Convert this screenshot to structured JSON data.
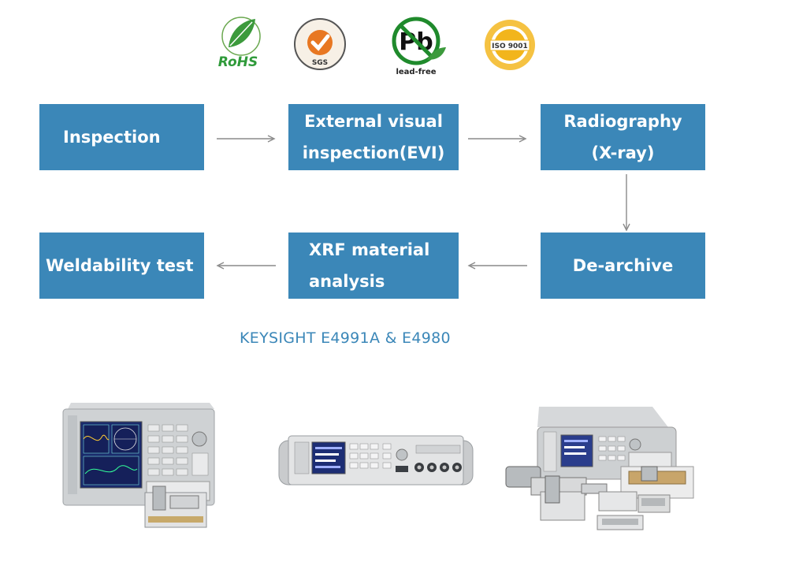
{
  "certifications": {
    "rohs": {
      "text": "RoHS",
      "color": "#2f9a3a"
    },
    "sgs": {
      "text": "SGS",
      "color": "#e87722"
    },
    "lead_free": {
      "text": "lead-free",
      "symbol": "Pb",
      "color": "#2f9a3a"
    },
    "iso": {
      "text": "ISO 9001",
      "color": "#f2b51c"
    }
  },
  "flow": {
    "step_color": "#3b87b8",
    "steps": [
      {
        "line1": "Inspection",
        "line2": ""
      },
      {
        "line1": "External visual",
        "line2": "inspection(EVI)"
      },
      {
        "line1": "Radiography",
        "line2": "(X-ray)"
      },
      {
        "line1": "De-archive",
        "line2": ""
      },
      {
        "line1": "XRF material",
        "line2": "analysis"
      },
      {
        "line1": "Weldability test",
        "line2": ""
      }
    ]
  },
  "caption": "KEYSIGHT E4991A & E4980",
  "instruments": {
    "analyzer": "impedance-analyzer-with-test-fixture",
    "lcr_meter": "precision-lcr-meter",
    "fixture_set": "lcr-meter-with-test-fixture-set"
  }
}
